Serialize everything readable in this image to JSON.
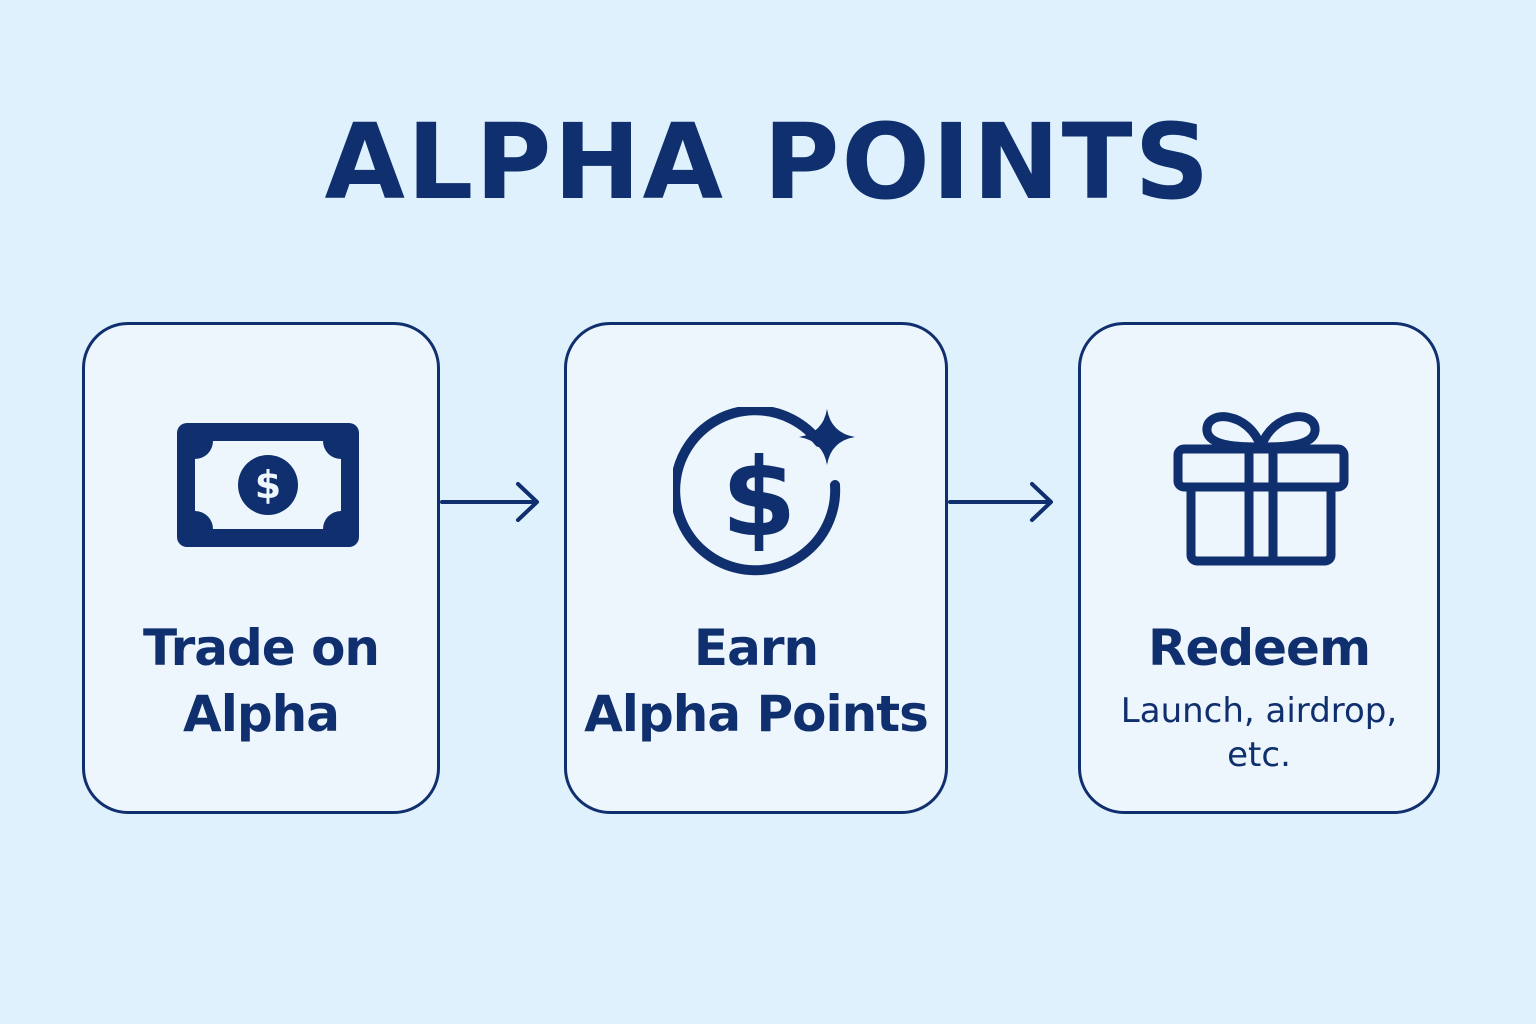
{
  "title": "ALPHA POINTS",
  "steps": [
    {
      "label_lines": [
        "Trade on",
        "Alpha"
      ],
      "icon": "banknote-dollar-icon"
    },
    {
      "label_lines": [
        "Earn",
        "Alpha Points"
      ],
      "icon": "coin-dollar-sparkle-icon"
    },
    {
      "label_lines": [
        "Redeem"
      ],
      "sub_lines": [
        "Launch, airdrop,",
        "etc."
      ],
      "icon": "gift-icon"
    }
  ],
  "colors": {
    "background": "#dff1fd",
    "card_background": "#eef6fd",
    "primary": "#0f2f6e"
  }
}
